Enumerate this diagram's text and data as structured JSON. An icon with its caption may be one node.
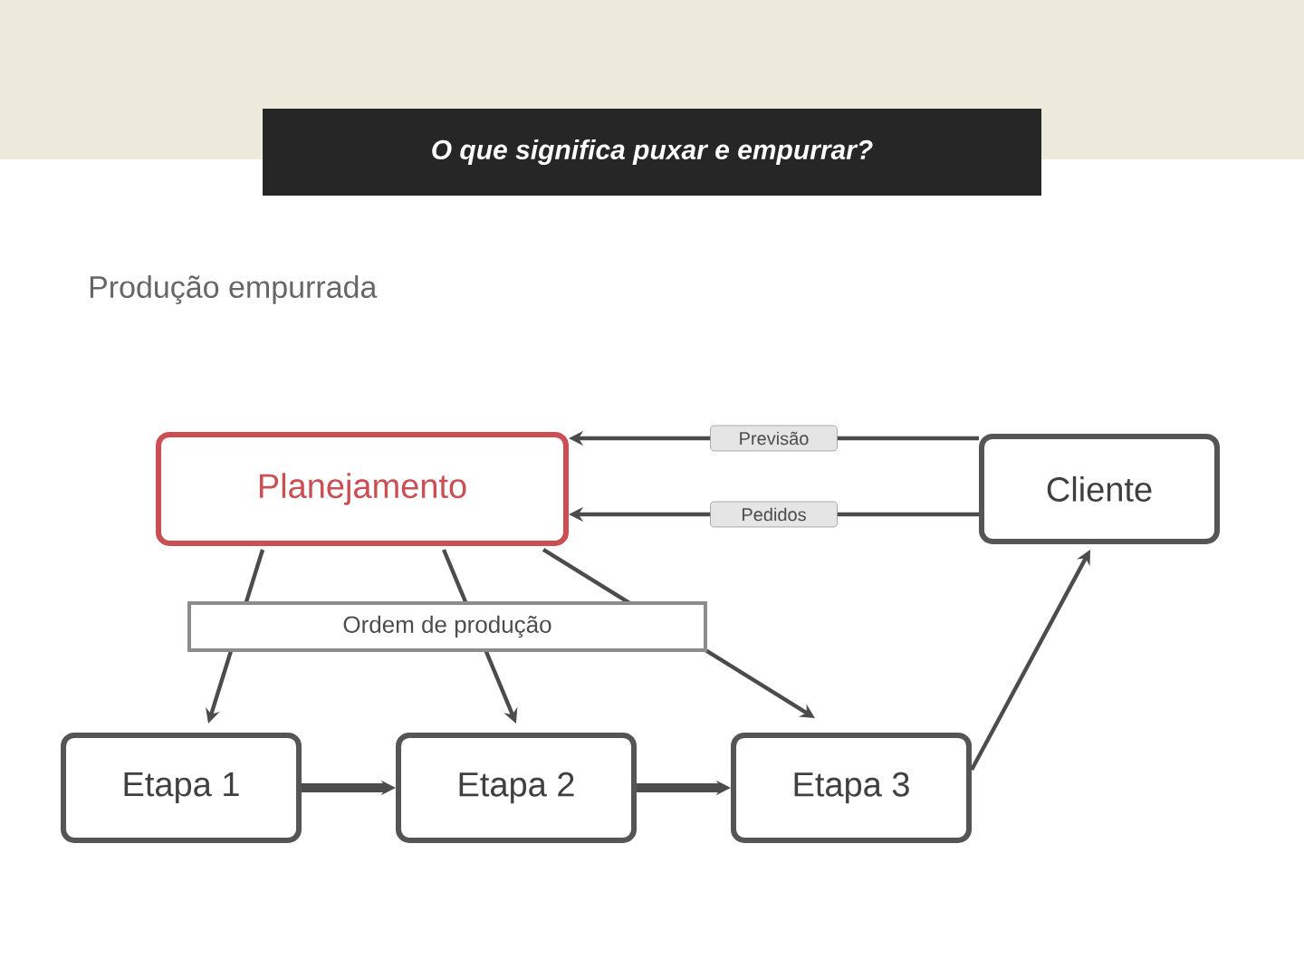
{
  "diagram": {
    "title": "O que significa puxar e empurrar?",
    "nodes": [
      {
        "text": [
          "Planejamento"
        ]
      },
      {
        "text": [
          "Cliente"
        ]
      },
      {
        "text": [
          "Etapa 1"
        ]
      },
      {
        "text": [
          "Etapa 2"
        ]
      },
      {
        "text": [
          "Etapa 3"
        ]
      }
    ],
    "edges": [
      {
        "from": 1,
        "to": 0,
        "arrow": "to",
        "label": "Previsão"
      },
      {
        "from": 1,
        "to": 0,
        "arrow": "to",
        "label": "Pedidos"
      },
      {
        "from": 0,
        "to": 2,
        "arrow": "to"
      },
      {
        "from": 0,
        "to": 3,
        "arrow": "to"
      },
      {
        "from": 0,
        "to": 4,
        "arrow": "to"
      },
      {
        "from": 2,
        "to": 3,
        "arrow": "to",
        "style": "thick"
      },
      {
        "from": 3,
        "to": 4,
        "arrow": "to",
        "style": "thick"
      },
      {
        "from": 4,
        "to": 1,
        "arrow": "to"
      }
    ],
    "labels": [
      "Produção empurrada",
      "Ordem de produção"
    ]
  }
}
